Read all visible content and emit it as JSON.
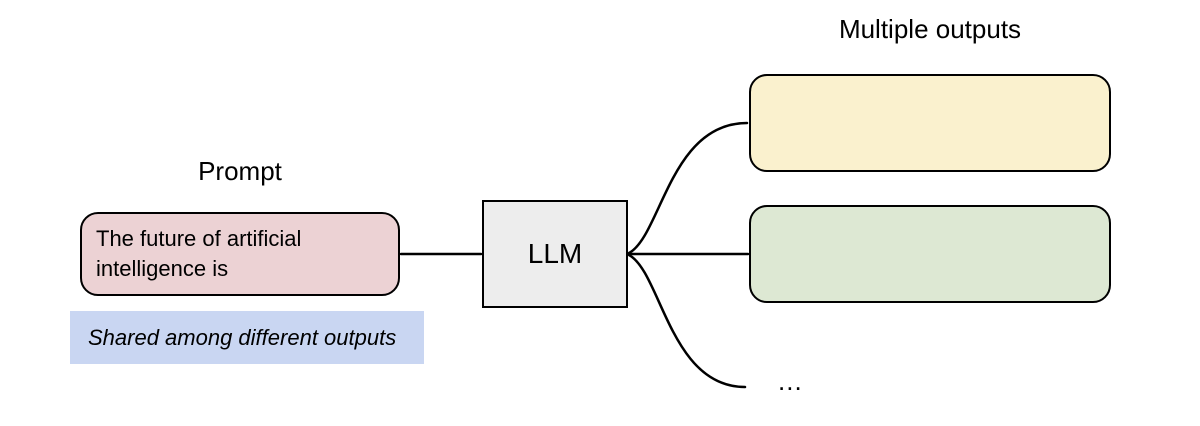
{
  "labels": {
    "prompt": "Prompt",
    "outputs": "Multiple outputs",
    "ellipsis": "..."
  },
  "prompt_box": {
    "text": "The future of artificial intelligence is"
  },
  "note": {
    "text": "Shared among different outputs"
  },
  "llm": {
    "label": "LLM"
  },
  "colors": {
    "background": "#ffffff",
    "stroke": "#000000",
    "text": "#000000",
    "prompt_fill": "#ecd2d4",
    "note_bg": "#c9d6f2",
    "llm_fill": "#ededed",
    "output1_fill": "#faf1ce",
    "output2_fill": "#dde8d3"
  }
}
